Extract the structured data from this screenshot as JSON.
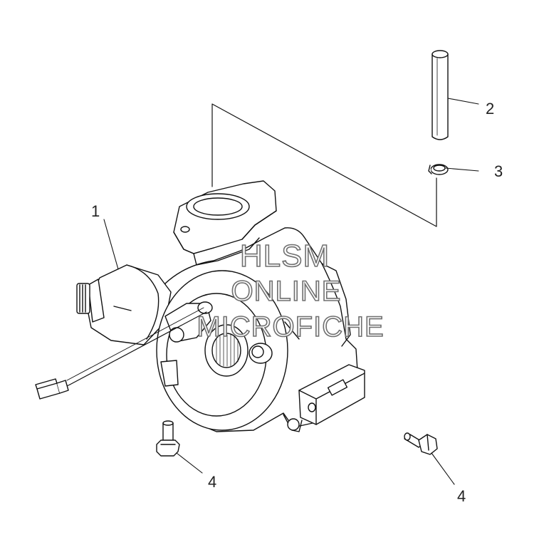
{
  "diagram": {
    "callouts": [
      {
        "id": "c1",
        "label": "1"
      },
      {
        "id": "c2",
        "label": "2"
      },
      {
        "id": "c3",
        "label": "3"
      },
      {
        "id": "c4a",
        "label": "4"
      },
      {
        "id": "c4b",
        "label": "4"
      }
    ],
    "watermark": [
      "HLSM",
      "ONLINE",
      "MICROFICHE"
    ]
  }
}
